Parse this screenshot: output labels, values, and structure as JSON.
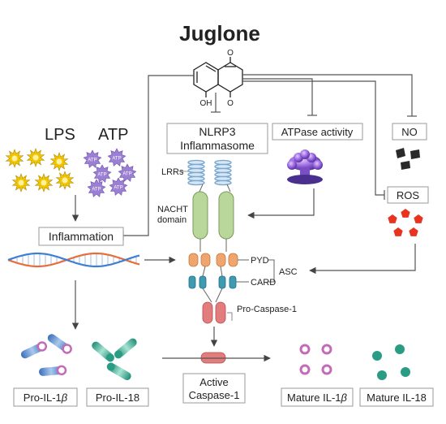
{
  "title": "Juglone",
  "inputs": {
    "lps": "LPS",
    "atp": "ATP",
    "atp_badge": "ATP"
  },
  "compound": {
    "oh": "OH",
    "o_top": "O",
    "o_bottom": "O"
  },
  "targets": {
    "nlrp3_line1": "NLRP3",
    "nlrp3_line2": "Inflammasome",
    "atpase": "ATPase activity",
    "no": "NO",
    "ros": "ROS",
    "inflammation": "Inflammation"
  },
  "nlrp3_parts": {
    "lrrs": "LRRs",
    "nacht_line1": "NACHT",
    "nacht_line2": "domain",
    "pyd": "PYD",
    "card": "CARD",
    "asc": "ASC",
    "pro_caspase": "Pro-Caspase-1"
  },
  "active_caspase": {
    "line1": "Active",
    "line2": "Caspase-1"
  },
  "products": {
    "pro_il1b_prefix": "Pro-IL-1",
    "pro_il1b_greek": "β",
    "pro_il18": "Pro-IL-18",
    "mature_il1b_prefix": "Mature IL-1",
    "mature_il1b_greek": "β",
    "mature_il18": "Mature IL-18"
  },
  "colors": {
    "lps": "#f2c500",
    "atp": "#9a7fd3",
    "lrr": "#7aa7cf",
    "nacht": "#b9d79a",
    "pyd": "#f0a46e",
    "card": "#3d9ab0",
    "caspase": "#e37c7c",
    "ros": "#e8331f",
    "no": "#2a2a2a",
    "il1b": "#4f84c8",
    "il1b_end": "#c46bb7",
    "il18": "#2a9c84",
    "dna_a": "#e86d3b",
    "dna_b": "#3f7fd1"
  }
}
